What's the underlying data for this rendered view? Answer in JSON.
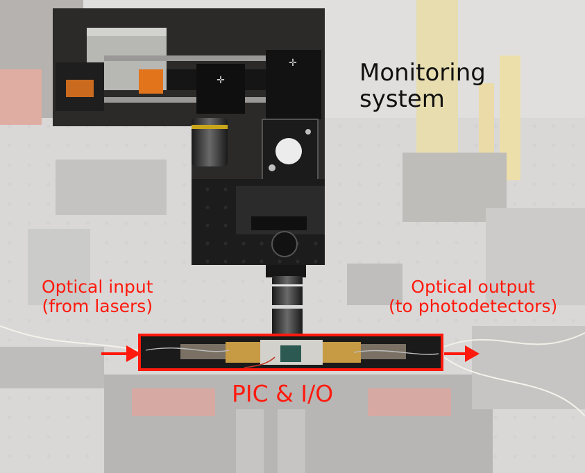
{
  "colors": {
    "annotation_red": "#ff1a0d",
    "monitoring_text": "#111111",
    "photo_fade": "#ffffff"
  },
  "labels": {
    "monitoring_line1": "Monitoring",
    "monitoring_line2": "system",
    "input_line1": "Optical input",
    "input_line2": "(from lasers)",
    "output_line1": "Optical output",
    "output_line2": "(to photodetectors)",
    "pic_io": "PIC & I/O"
  },
  "icons": [
    "input-arrow-icon",
    "output-arrow-icon"
  ]
}
